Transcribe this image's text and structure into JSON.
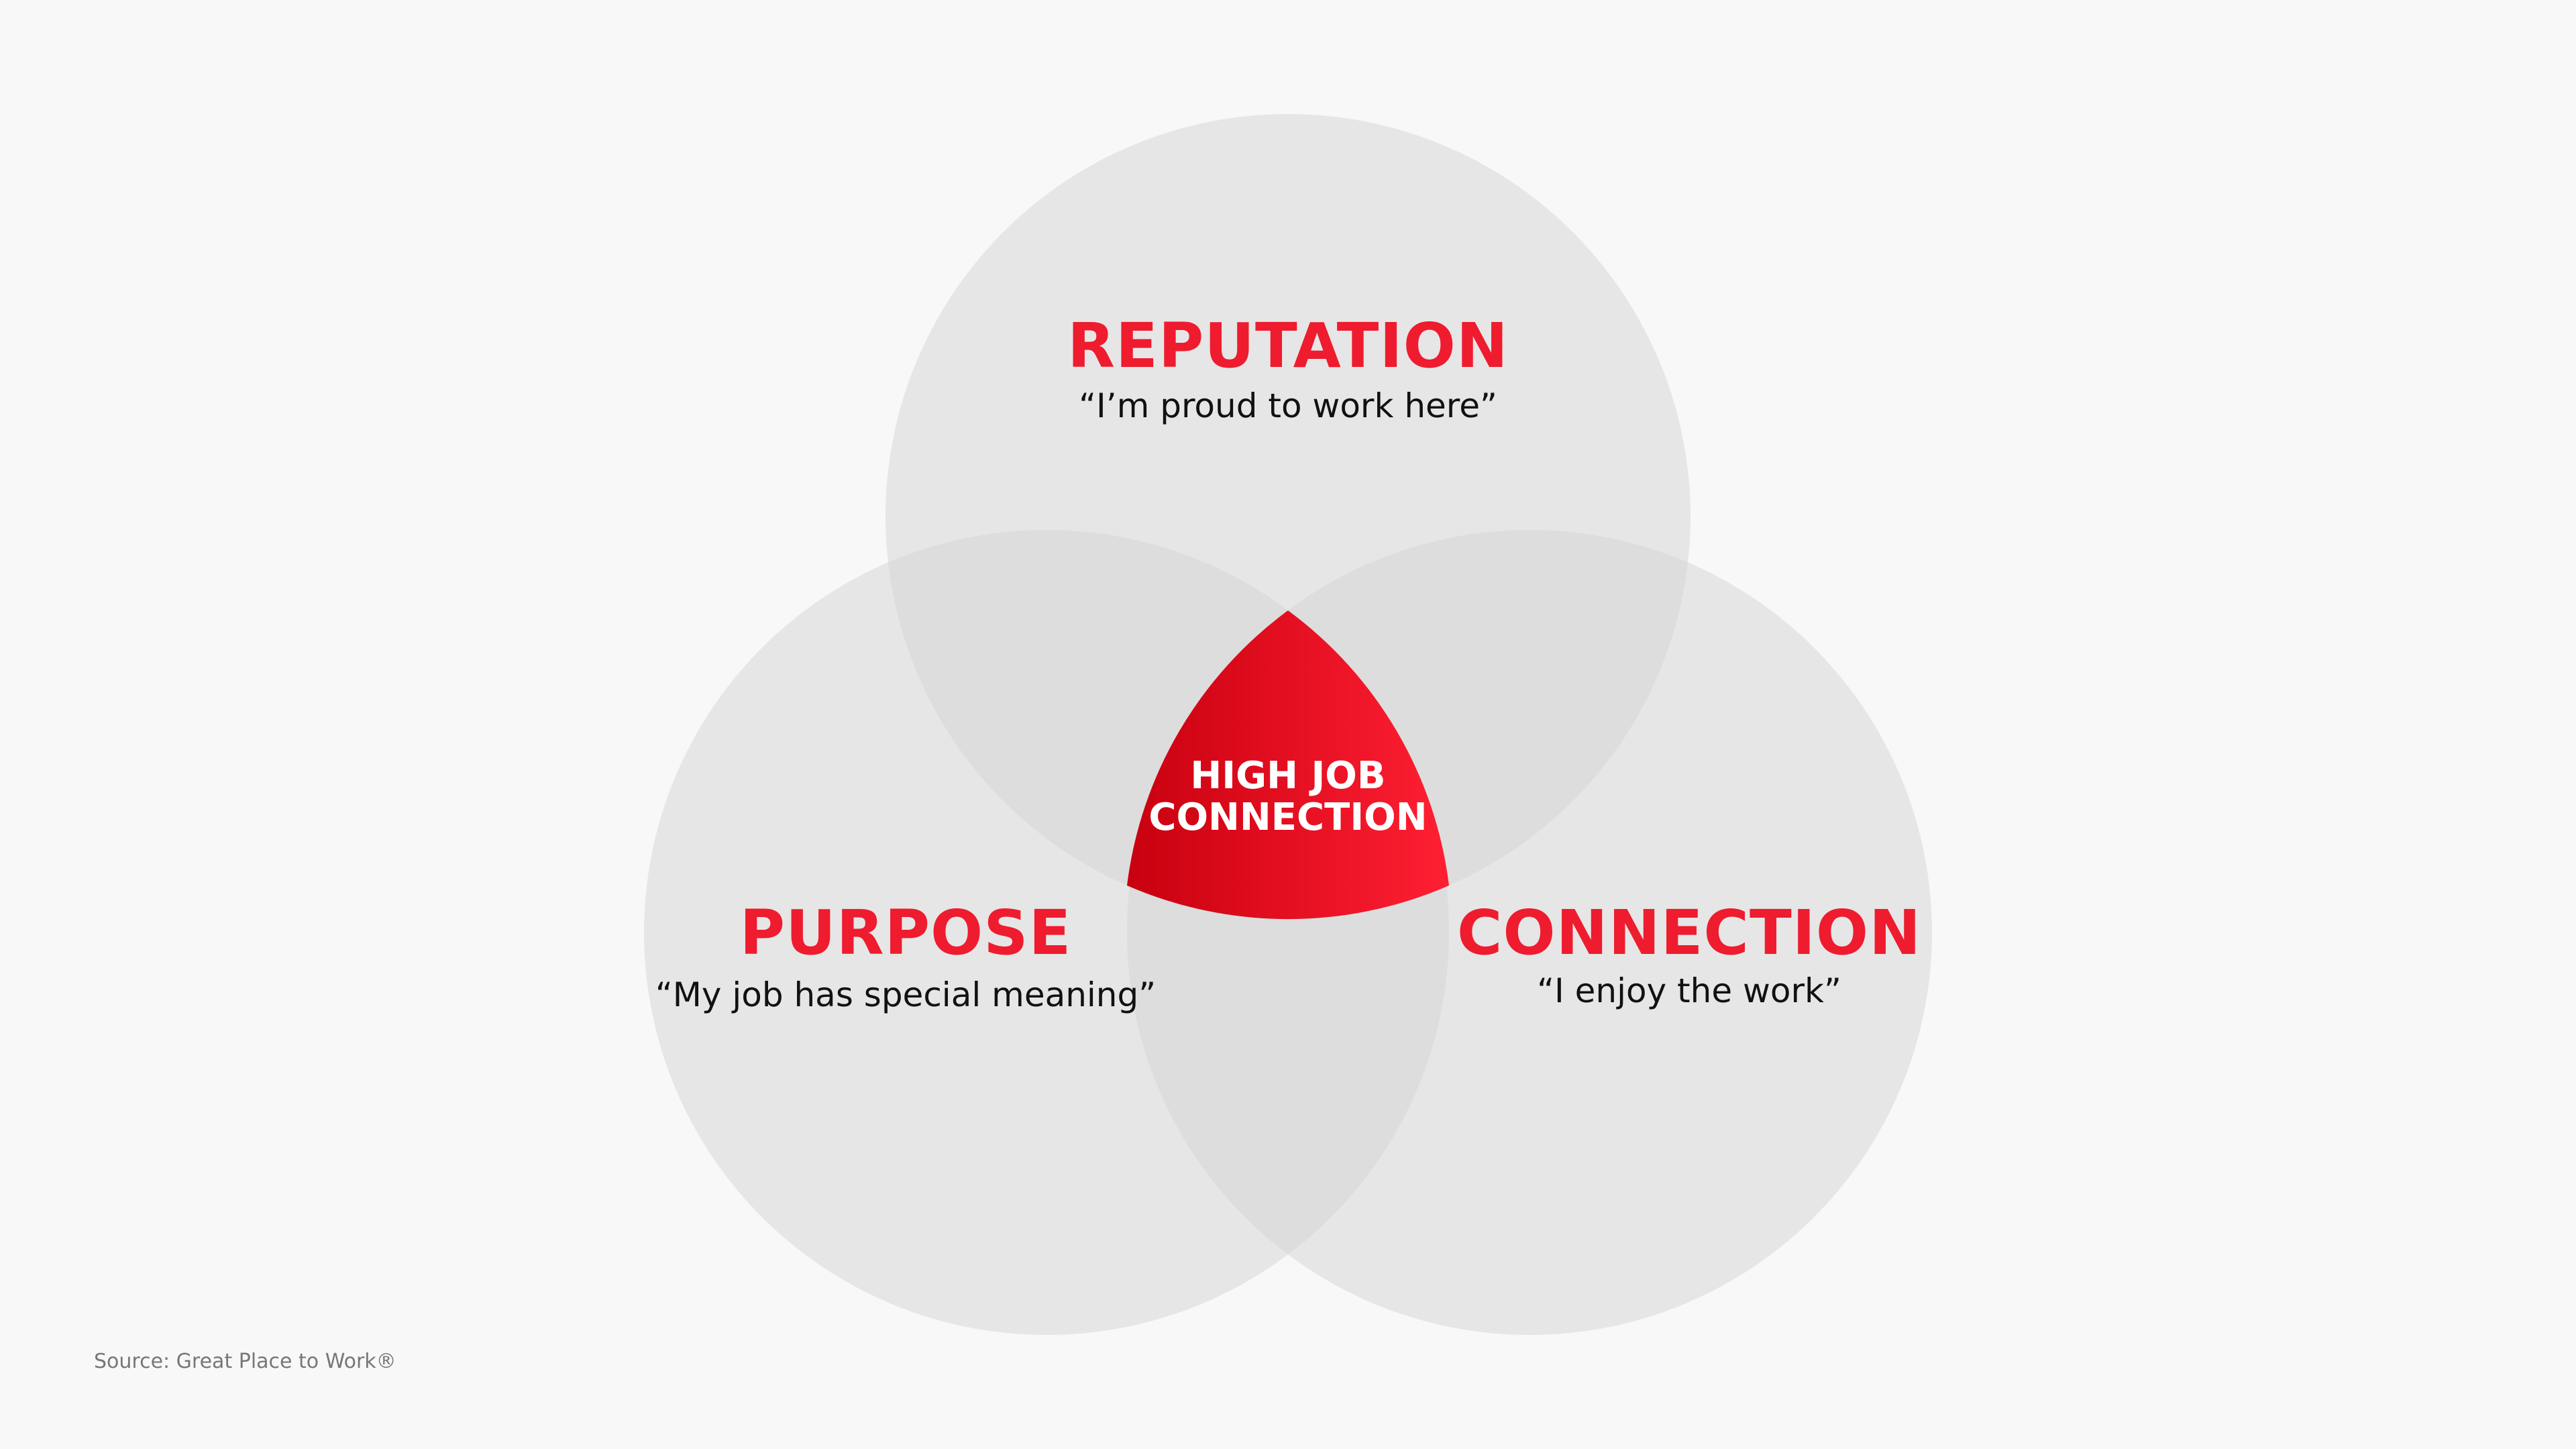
{
  "diagram": {
    "reputation": {
      "title": "REPUTATION",
      "quote": "“I’m proud to work here”"
    },
    "purpose": {
      "title": "PURPOSE",
      "quote": "“My job has special meaning”"
    },
    "connection": {
      "title": "CONNECTION",
      "quote": "“I enjoy the work”"
    },
    "center": {
      "line1": "HIGH JOB",
      "line2": "CONNECTION"
    }
  },
  "footer": {
    "source": "Source: Great Place to Work®"
  },
  "colors": {
    "background": "#f8f8f8",
    "circle_fill": "#d4d4d4",
    "accent_red": "#ee1c2e",
    "gradient_dark": "#c8000f",
    "gradient_light": "#ff1f33"
  }
}
